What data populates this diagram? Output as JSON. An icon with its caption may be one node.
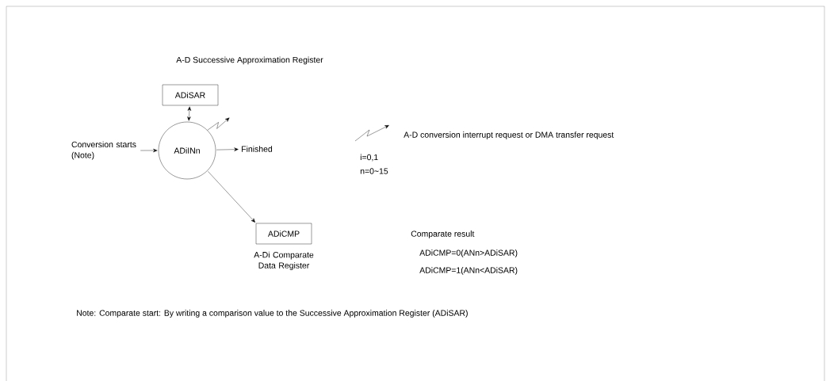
{
  "diagram": {
    "nodes": [
      {
        "text": [
          "A-D Successive Approximation Register",
          "ADiSAR"
        ]
      },
      {
        "text": [
          "ADiINn"
        ]
      },
      {
        "text": [
          "ADiCMP"
        ],
        "beside": [
          "A-Di Comparate Data Register"
        ]
      },
      {
        "text": [
          "Conversion starts (Note)"
        ]
      },
      {
        "text": [
          "Finished"
        ]
      }
    ],
    "edges": [
      {
        "from": 0,
        "to": 1,
        "arrow": "both"
      },
      {
        "from": 3,
        "to": 1,
        "arrow": "to"
      },
      {
        "from": 1,
        "to": 4,
        "arrow": "to"
      },
      {
        "from": 1,
        "to": 2,
        "arrow": "to"
      },
      {
        "from": 1,
        "to": null,
        "arrow": "to"
      }
    ],
    "labels": [
      "A-D conversion interrupt request or DMA transfer request",
      "i=0,1",
      "n=0~15",
      "Comparate result",
      "ADiCMP=0(ANn>ADiSAR)",
      "ADiCMP=1(ANn<ADiSAR)",
      "Note: Comparate start: By writing a comparison value to the Successive Approximation Register (ADiSAR)"
    ]
  }
}
